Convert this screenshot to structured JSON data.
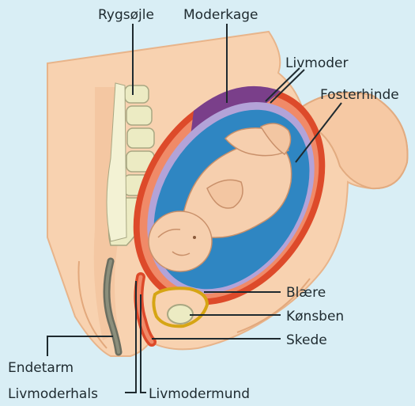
{
  "labels": {
    "spine": "Rygsøjle",
    "placenta": "Moderkage",
    "uterus": "Livmoder",
    "amnion": "Fosterhinde",
    "bladder": "Blære",
    "pubic_bone": "Kønsben",
    "vagina": "Skede",
    "rectum": "Endetarm",
    "cervix": "Livmoderhals",
    "cervical_os": "Livmodermund"
  },
  "colors": {
    "background": "#d9eef5",
    "skin": "#f8d2b0",
    "skin_shade": "#f0bc93",
    "spine": "#ecebc3",
    "uterus_wall": "#dd4a2a",
    "placenta": "#7a3f8a",
    "amnion": "#b3a3d8",
    "amniotic_fluid": "#2f86c2",
    "fetus": "#f6cfae",
    "text": "#1e2a2f"
  }
}
